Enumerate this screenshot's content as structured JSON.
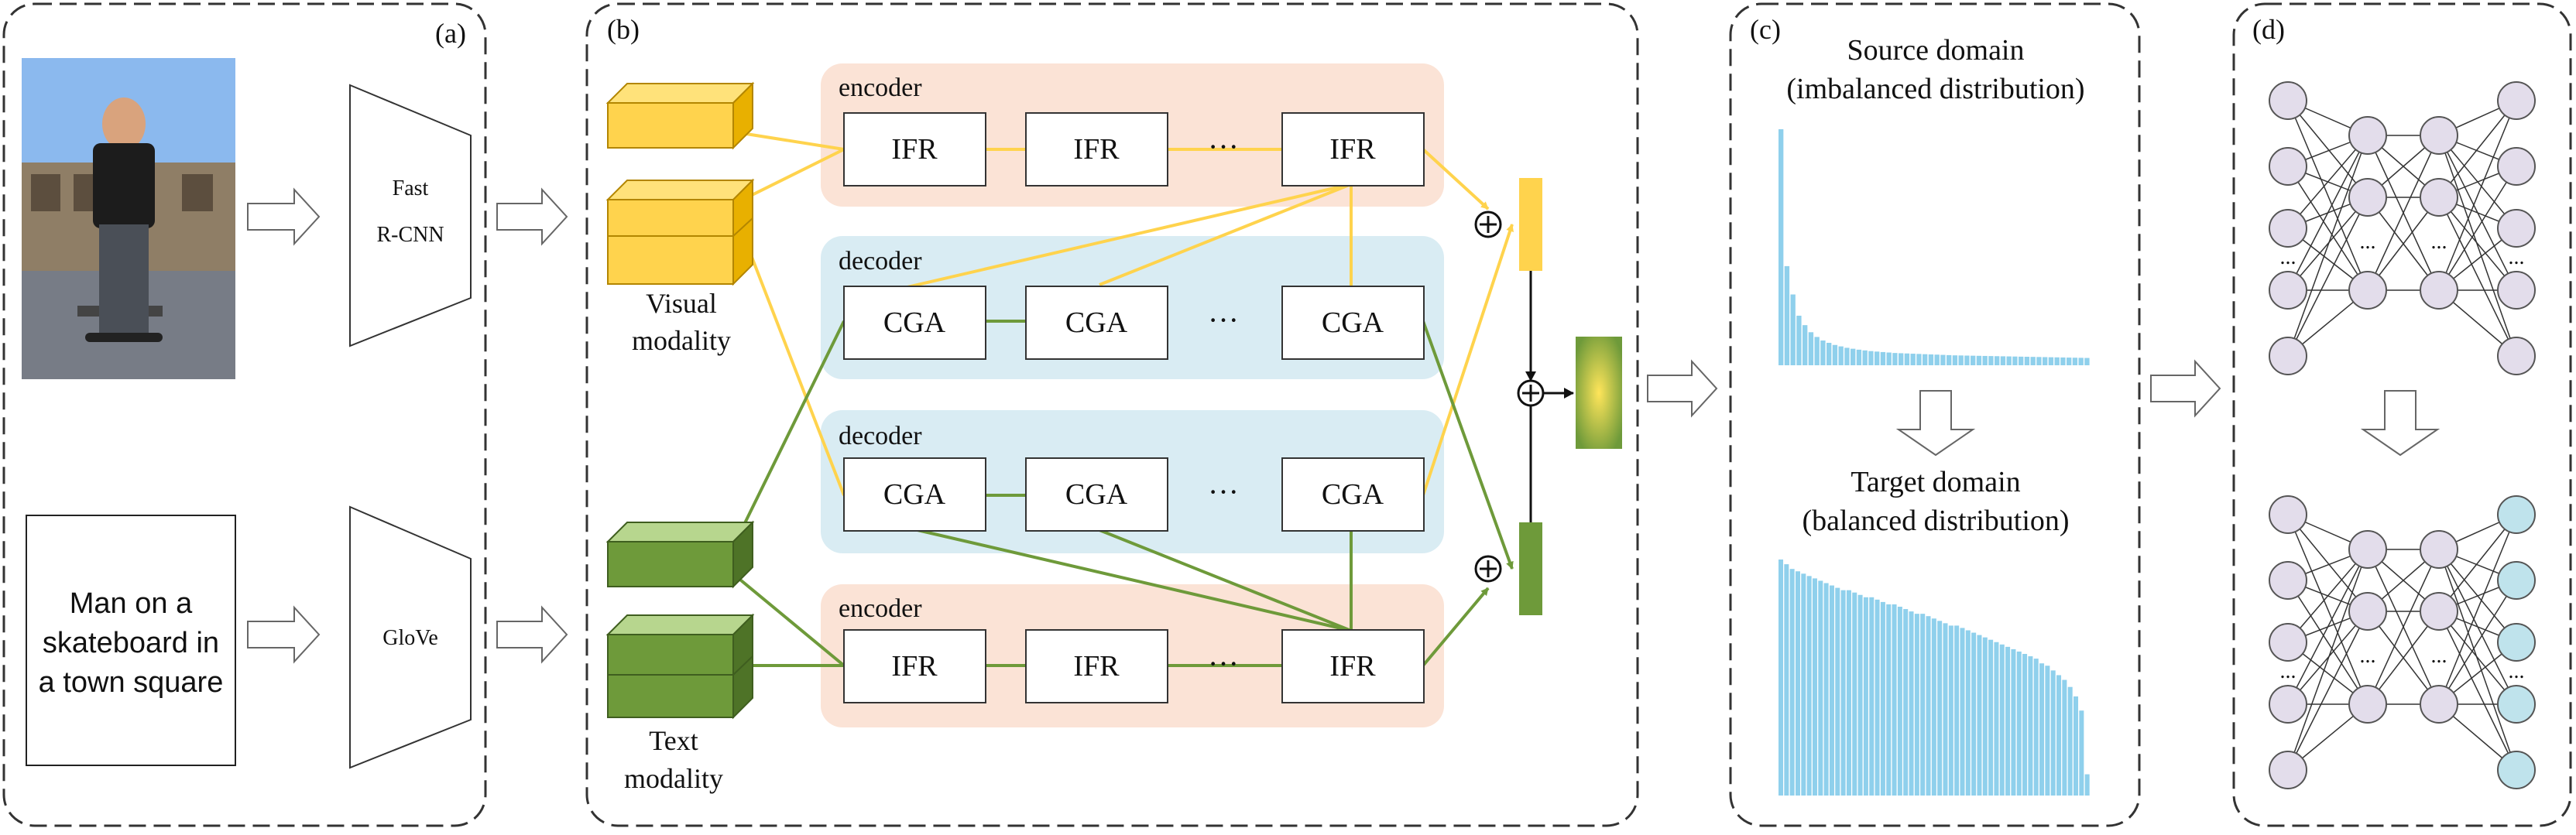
{
  "panels": {
    "a": {
      "label": "(a)"
    },
    "b": {
      "label": "(b)"
    },
    "c": {
      "label": "(c)"
    },
    "d": {
      "label": "(d)"
    }
  },
  "inputs": {
    "caption_line1": "Man on a",
    "caption_line2": "skateboard in",
    "caption_line3": "a town square"
  },
  "extractors": {
    "visual_line1": "Fast",
    "visual_line2": "R-CNN",
    "text": "GloVe"
  },
  "modalities": {
    "visual_line1": "Visual",
    "visual_line2": "modality",
    "text_line1": "Text",
    "text_line2": "modality"
  },
  "blocks": {
    "encoder_label": "encoder",
    "decoder_label": "decoder",
    "ifr": "IFR",
    "cga": "CGA",
    "ellipsis": "···"
  },
  "domains": {
    "source_line1": "Source domain",
    "source_line2": "(imbalanced distribution)",
    "target_line1": "Target domain",
    "target_line2": "(balanced distribution)"
  },
  "network": {
    "ellipsis": "..."
  },
  "colors": {
    "visual": "#FFD34D",
    "visual_dark": "#E8B000",
    "text": "#6E9A3A",
    "text_light": "#9CC46A",
    "encoder_bg": "#FBE3D6",
    "decoder_bg": "#D9ECF3",
    "bars": "#8FD0EC",
    "node": "#E3DDEB",
    "node_target": "#BFE3EC"
  },
  "chart_data": [
    {
      "type": "bar",
      "title": "Source domain (imbalanced distribution)",
      "values": [
        100,
        42,
        30,
        21,
        17,
        14,
        12,
        10.5,
        9.5,
        8.6,
        8,
        7.4,
        7,
        6.6,
        6.3,
        6,
        5.8,
        5.6,
        5.4,
        5.2,
        5.1,
        5,
        4.9,
        4.8,
        4.7,
        4.6,
        4.5,
        4.4,
        4.3,
        4.2,
        4.15,
        4.1,
        4.05,
        4,
        3.95,
        3.9,
        3.85,
        3.8,
        3.75,
        3.7,
        3.65,
        3.6,
        3.55,
        3.5,
        3.45,
        3.4,
        3.35,
        3.3,
        3.25,
        3.2,
        3.15,
        3.1
      ]
    },
    {
      "type": "bar",
      "title": "Target domain (balanced distribution)",
      "values": [
        100,
        98,
        96,
        95,
        94,
        93,
        92,
        91,
        90,
        89,
        88,
        87,
        87,
        86,
        85,
        84,
        84,
        83,
        82,
        81,
        81,
        80,
        79,
        78,
        77,
        77,
        76,
        75,
        74,
        73,
        72,
        72,
        71,
        70,
        69,
        68,
        67,
        66,
        65,
        64,
        63,
        62,
        61,
        60,
        59,
        58,
        56,
        55,
        53,
        51,
        49,
        46,
        42,
        36,
        9
      ]
    }
  ]
}
